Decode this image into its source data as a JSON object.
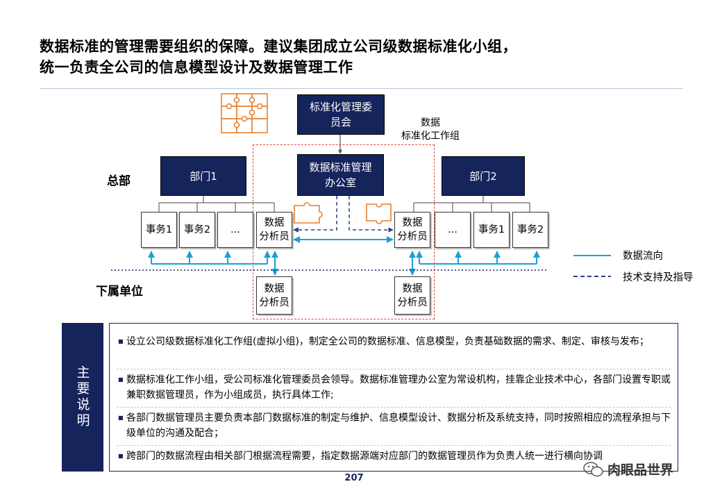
{
  "title": {
    "line1": "数据标准的管理需要组织的保障。建议集团成立公司级数据标准化小组，",
    "line2": "统一负责全公司的信息模型设计及数据管理工作"
  },
  "diagram": {
    "committee": {
      "line1": "标准化管理委",
      "line2": "员会"
    },
    "office": {
      "line1": "数据标准管理",
      "line2": "办公室"
    },
    "dept1": "部门1",
    "dept2": "部门2",
    "working_group": {
      "line1": "数据",
      "line2": "标准化工作组"
    },
    "hq_label": "总部",
    "sub_label": "下属单位",
    "left_tasks": [
      "事务1",
      "事务2",
      "..."
    ],
    "right_tasks": [
      "...",
      "事务1",
      "事务2"
    ],
    "analyst": {
      "line1": "数据",
      "line2": "分析员"
    },
    "colors": {
      "navy": "#16245c",
      "flow": "#1aa0d8",
      "support": "#2a3f88",
      "region": "#e0453f",
      "puzzle": "#e97f2a"
    }
  },
  "legend": {
    "data_flow": "数据流向",
    "tech_support": "技术支持及指导"
  },
  "notes": {
    "tab": "主要说明",
    "items": [
      "设立公司级数据标准化工作组(虚拟小组)，制定全公司的数据标准、信息模型，负责基础数据的需求、制定、审核与发布；",
      "数据标准化工作小组，受公司标准化管理委员会领导。数据标准管理办公室为常设机构，挂靠企业技术中心，各部门设置专职或兼职数据管理员，作为小组成员，执行具体工作;",
      "各部门数据管理员主要负责本部门数据标准的制定与维护、信息模型设计、数据分析及系统支持，同时按照相应的流程承担与下级单位的沟通及配合；",
      "跨部门的数据流程由相关部门根据流程需要，指定数据源端对应部门的数据管理员作为负责人统一进行横向协调"
    ]
  },
  "page_number": "207",
  "watermark": "肉眼品世界"
}
